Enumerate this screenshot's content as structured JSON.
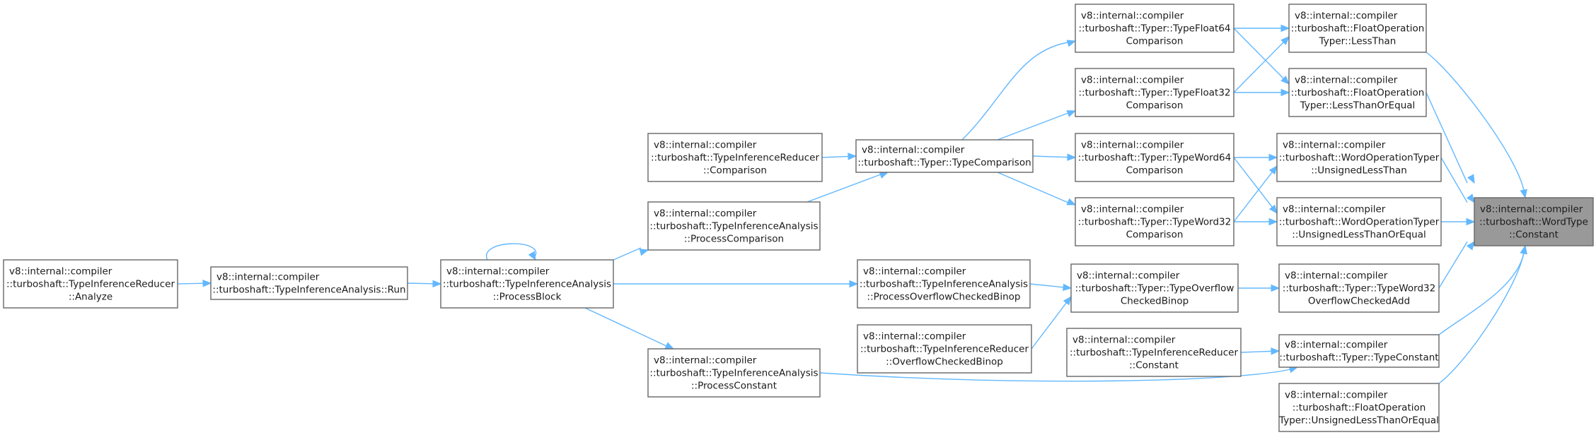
{
  "colors": {
    "edge": "#63b8ff",
    "node_border": "#666666",
    "node_fill": "#ffffff",
    "root_fill": "#999999"
  },
  "nodes": [
    {
      "id": "n_analyze",
      "lines": [
        "v8::internal::compiler",
        "::turboshaft::TypeInferenceReducer",
        "::Analyze"
      ]
    },
    {
      "id": "n_run",
      "lines": [
        "v8::internal::compiler",
        "::turboshaft::TypeInferenceAnalysis::Run"
      ]
    },
    {
      "id": "n_processblock",
      "lines": [
        "v8::internal::compiler",
        "::turboshaft::TypeInferenceAnalysis",
        "::ProcessBlock"
      ]
    },
    {
      "id": "n_reducer_comparison",
      "lines": [
        "v8::internal::compiler",
        "::turboshaft::TypeInferenceReducer",
        "::Comparison"
      ]
    },
    {
      "id": "n_processcomparison",
      "lines": [
        "v8::internal::compiler",
        "::turboshaft::TypeInferenceAnalysis",
        "::ProcessComparison"
      ]
    },
    {
      "id": "n_processconstant",
      "lines": [
        "v8::internal::compiler",
        "::turboshaft::TypeInferenceAnalysis",
        "::ProcessConstant"
      ]
    },
    {
      "id": "n_typecomparison",
      "lines": [
        "v8::internal::compiler",
        "::turboshaft::Typer::TypeComparison"
      ]
    },
    {
      "id": "n_processoverflow",
      "lines": [
        "v8::internal::compiler",
        "::turboshaft::TypeInferenceAnalysis",
        "::ProcessOverflowCheckedBinop"
      ]
    },
    {
      "id": "n_reducer_overflow",
      "lines": [
        "v8::internal::compiler",
        "::turboshaft::TypeInferenceReducer",
        "::OverflowCheckedBinop"
      ]
    },
    {
      "id": "n_tf64",
      "lines": [
        "v8::internal::compiler",
        "::turboshaft::Typer::TypeFloat64",
        "Comparison"
      ]
    },
    {
      "id": "n_tf32",
      "lines": [
        "v8::internal::compiler",
        "::turboshaft::Typer::TypeFloat32",
        "Comparison"
      ]
    },
    {
      "id": "n_tw64",
      "lines": [
        "v8::internal::compiler",
        "::turboshaft::Typer::TypeWord64",
        "Comparison"
      ]
    },
    {
      "id": "n_tw32",
      "lines": [
        "v8::internal::compiler",
        "::turboshaft::Typer::TypeWord32",
        "Comparison"
      ]
    },
    {
      "id": "n_typeoverflow",
      "lines": [
        "v8::internal::compiler",
        "::turboshaft::Typer::TypeOverflow",
        "CheckedBinop"
      ]
    },
    {
      "id": "n_reducer_constant",
      "lines": [
        "v8::internal::compiler",
        "::turboshaft::TypeInferenceReducer",
        "::Constant"
      ]
    },
    {
      "id": "n_fo_lessthan",
      "lines": [
        "v8::internal::compiler",
        "::turboshaft::FloatOperation",
        "Typer::LessThan"
      ]
    },
    {
      "id": "n_fo_lessthanorequal",
      "lines": [
        "v8::internal::compiler",
        "::turboshaft::FloatOperation",
        "Typer::LessThanOrEqual"
      ]
    },
    {
      "id": "n_wo_unsignedlessthan",
      "lines": [
        "v8::internal::compiler",
        "::turboshaft::WordOperationTyper",
        "::UnsignedLessThan"
      ]
    },
    {
      "id": "n_wo_unsignedlessthanorequal",
      "lines": [
        "v8::internal::compiler",
        "::turboshaft::WordOperationTyper",
        "::UnsignedLessThanOrEqual"
      ]
    },
    {
      "id": "n_typeword32overflow",
      "lines": [
        "v8::internal::compiler",
        "::turboshaft::Typer::TypeWord32",
        "OverflowCheckedAdd"
      ]
    },
    {
      "id": "n_typeconstant",
      "lines": [
        "v8::internal::compiler",
        "::turboshaft::Typer::TypeConstant"
      ]
    },
    {
      "id": "n_fo_unsignedlessthanorequal",
      "lines": [
        "v8::internal::compiler",
        "::turboshaft::FloatOperation",
        "Typer::UnsignedLessThanOrEqual"
      ]
    },
    {
      "id": "n_wordtype_constant",
      "lines": [
        "v8::internal::compiler",
        "::turboshaft::WordType",
        "::Constant"
      ],
      "root": true
    }
  ],
  "edges": [
    [
      "n_analyze",
      "n_run"
    ],
    [
      "n_run",
      "n_processblock"
    ],
    [
      "n_processblock",
      "n_processblock"
    ],
    [
      "n_processblock",
      "n_processcomparison"
    ],
    [
      "n_processblock",
      "n_processoverflow"
    ],
    [
      "n_processblock",
      "n_processconstant"
    ],
    [
      "n_reducer_comparison",
      "n_typecomparison"
    ],
    [
      "n_processcomparison",
      "n_typecomparison"
    ],
    [
      "n_typecomparison",
      "n_tf64"
    ],
    [
      "n_typecomparison",
      "n_tf32"
    ],
    [
      "n_typecomparison",
      "n_tw64"
    ],
    [
      "n_typecomparison",
      "n_tw32"
    ],
    [
      "n_processoverflow",
      "n_typeoverflow"
    ],
    [
      "n_reducer_overflow",
      "n_typeoverflow"
    ],
    [
      "n_processconstant",
      "n_typeconstant"
    ],
    [
      "n_reducer_constant",
      "n_typeconstant"
    ],
    [
      "n_tf64",
      "n_fo_lessthan"
    ],
    [
      "n_tf64",
      "n_fo_lessthanorequal"
    ],
    [
      "n_tf32",
      "n_fo_lessthan"
    ],
    [
      "n_tf32",
      "n_fo_lessthanorequal"
    ],
    [
      "n_tw64",
      "n_wo_unsignedlessthan"
    ],
    [
      "n_tw64",
      "n_wo_unsignedlessthanorequal"
    ],
    [
      "n_tw32",
      "n_wo_unsignedlessthan"
    ],
    [
      "n_tw32",
      "n_wo_unsignedlessthanorequal"
    ],
    [
      "n_typeoverflow",
      "n_typeword32overflow"
    ],
    [
      "n_fo_lessthan",
      "n_wordtype_constant"
    ],
    [
      "n_fo_lessthanorequal",
      "n_wordtype_constant"
    ],
    [
      "n_wo_unsignedlessthan",
      "n_wordtype_constant"
    ],
    [
      "n_wo_unsignedlessthanorequal",
      "n_wordtype_constant"
    ],
    [
      "n_typeword32overflow",
      "n_wordtype_constant"
    ],
    [
      "n_typeconstant",
      "n_wordtype_constant"
    ],
    [
      "n_fo_unsignedlessthanorequal",
      "n_wordtype_constant"
    ]
  ]
}
